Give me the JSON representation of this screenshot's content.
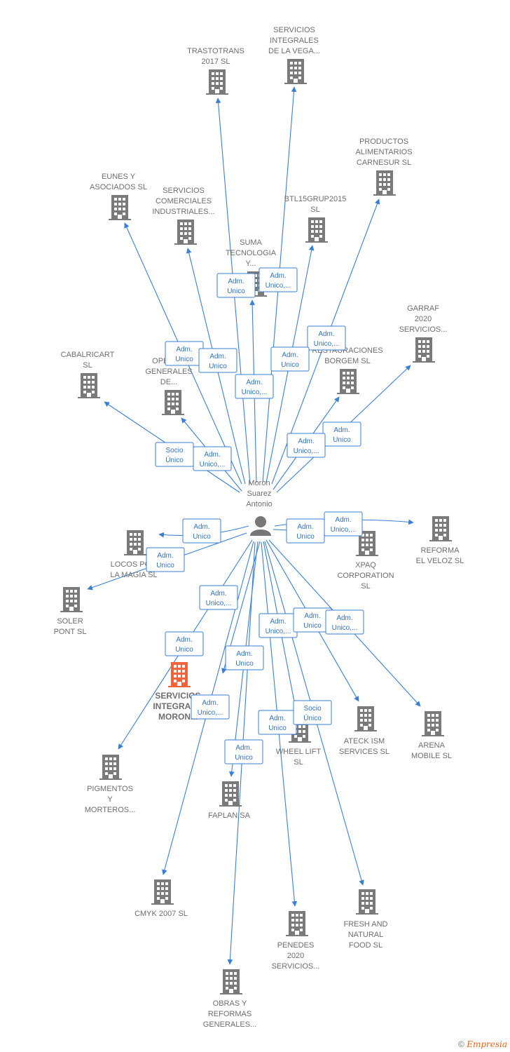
{
  "center": {
    "name": [
      "Moron",
      "Suarez",
      "Antonio"
    ],
    "icon": "person-icon"
  },
  "colors": {
    "edge": "#3a7fd6",
    "building": "#7a7a7a",
    "focus": "#f0643c"
  },
  "nodes": [
    {
      "id": "trastotrans",
      "label": [
        "TRASTOTRANS",
        "2017  SL"
      ]
    },
    {
      "id": "servicios-vega",
      "label": [
        "SERVICIOS",
        "INTEGRALES",
        "DE LA VEGA..."
      ]
    },
    {
      "id": "productos-carnesur",
      "label": [
        "PRODUCTOS",
        "ALIMENTARIOS",
        "CARNESUR  SL"
      ]
    },
    {
      "id": "eunes",
      "label": [
        "EUNES Y",
        "ASOCIADOS SL"
      ]
    },
    {
      "id": "servicios-comerciales",
      "label": [
        "SERVICIOS",
        "COMERCIALES",
        "INDUSTRIALES..."
      ]
    },
    {
      "id": "btl15",
      "label": [
        "BTL15GRUP2015",
        "SL"
      ]
    },
    {
      "id": "suma",
      "label": [
        "SUMA",
        "TECNOLOGIA",
        "Y..."
      ]
    },
    {
      "id": "garraf",
      "label": [
        "GARRAF",
        "2020",
        "SERVICIOS..."
      ]
    },
    {
      "id": "cabalricart",
      "label": [
        "CABALRICART",
        "SL"
      ]
    },
    {
      "id": "operaciones",
      "label": [
        "OPERA...",
        "GENERALES",
        "DE..."
      ]
    },
    {
      "id": "restauraciones",
      "label": [
        "RESTAURACIONES",
        "BORGEM  SL"
      ]
    },
    {
      "id": "reforma",
      "label": [
        "REFORMA",
        "EL VELOZ  SL"
      ]
    },
    {
      "id": "xpaq",
      "label": [
        "XPAQ",
        "CORPORATION",
        "SL"
      ]
    },
    {
      "id": "locos",
      "label": [
        "LOCOS PO...",
        "LA MAGIA SL"
      ]
    },
    {
      "id": "soler",
      "label": [
        "SOLER",
        "PONT SL"
      ]
    },
    {
      "id": "servicios-moron",
      "label": [
        "SERVICIOS",
        "INTEGRAL...",
        "MORON..."
      ],
      "focus": true
    },
    {
      "id": "pigmentos",
      "label": [
        "PIGMENTOS",
        "Y",
        "MORTEROS..."
      ]
    },
    {
      "id": "ateck",
      "label": [
        "ATECK ISM",
        "SERVICES  SL"
      ]
    },
    {
      "id": "arena",
      "label": [
        "ARENA",
        "MOBILE  SL"
      ]
    },
    {
      "id": "wheel",
      "label": [
        "WHEEL LIFT",
        "SL"
      ]
    },
    {
      "id": "faplan",
      "label": [
        "FAPLAN SA"
      ]
    },
    {
      "id": "cmyk",
      "label": [
        "CMYK 2007  SL"
      ]
    },
    {
      "id": "penedes",
      "label": [
        "PENEDES",
        "2020",
        "SERVICIOS..."
      ]
    },
    {
      "id": "fresh",
      "label": [
        "FRESH AND",
        "NATURAL",
        "FOOD  SL"
      ]
    },
    {
      "id": "obras",
      "label": [
        "OBRAS Y",
        "REFORMAS",
        "GENERALES..."
      ]
    }
  ],
  "edges": [
    {
      "to": "trastotrans",
      "label": [
        "Adm.",
        "Unico"
      ]
    },
    {
      "to": "servicios-vega",
      "label": [
        "Adm.",
        "Unico,..."
      ]
    },
    {
      "to": "productos-carnesur",
      "label": [
        "Adm.",
        "Unico,..."
      ]
    },
    {
      "to": "eunes",
      "label": [
        "Adm.",
        "Unico"
      ]
    },
    {
      "to": "servicios-comerciales",
      "label": [
        "Adm.",
        "Unico"
      ]
    },
    {
      "to": "btl15",
      "label": [
        "Adm.",
        "Unico"
      ]
    },
    {
      "to": "suma",
      "label": [
        "Adm.",
        "Unico,..."
      ]
    },
    {
      "to": "garraf",
      "label": [
        "Adm.",
        "Unico"
      ]
    },
    {
      "to": "cabalricart",
      "label": [
        "Socio",
        "Único"
      ]
    },
    {
      "to": "operaciones",
      "label": [
        "Adm.",
        "Unico,..."
      ]
    },
    {
      "to": "restauraciones",
      "label": [
        "Adm.",
        "Unico,..."
      ]
    },
    {
      "to": "reforma",
      "label": [
        "Adm.",
        "Unico,..."
      ]
    },
    {
      "to": "xpaq",
      "label": [
        "Adm.",
        "Unico"
      ]
    },
    {
      "to": "locos",
      "label": [
        "Adm.",
        "Unico"
      ]
    },
    {
      "to": "soler",
      "label": [
        "Adm.",
        "Unico"
      ]
    },
    {
      "to": "pigmentos",
      "label": [
        "Adm.",
        "Unico"
      ]
    },
    {
      "to": "cmyk",
      "label": [
        "Adm.",
        "Unico,..."
      ]
    },
    {
      "to": "obras",
      "label": [
        "Adm.",
        "Unico"
      ]
    },
    {
      "to": "faplan",
      "label": [
        "Adm.",
        "Unico"
      ]
    },
    {
      "to": "faplan",
      "label": [
        "Adm.",
        "Unico,..."
      ]
    },
    {
      "to": "penedes",
      "label": [
        "Adm.",
        "Unico,..."
      ]
    },
    {
      "to": "ateck",
      "label": [
        "Adm.",
        "Unico"
      ]
    },
    {
      "to": "arena",
      "label": [
        "Adm.",
        "Unico,..."
      ]
    },
    {
      "to": "wheel",
      "label": [
        "Adm.",
        "Unico"
      ]
    },
    {
      "to": "fresh",
      "label": [
        "Socio",
        "Único"
      ]
    }
  ],
  "footer": {
    "copyright": "©",
    "brand": "Empresia"
  }
}
